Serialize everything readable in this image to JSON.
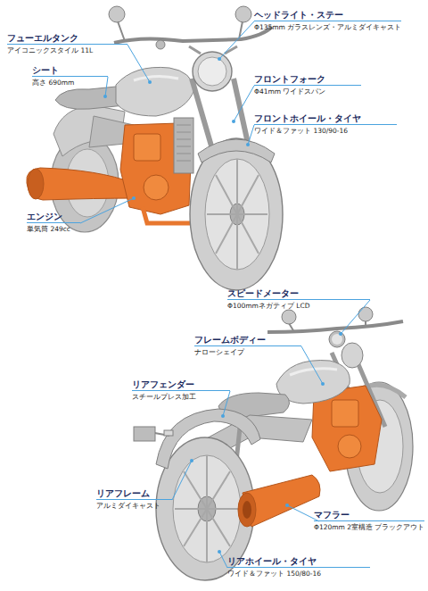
{
  "diagram": {
    "labels": [
      "ヘッドライト・ステー",
      "Φ135mm ガラスレンズ・アルミダイキャスト",
      "フューエルタンク",
      "アイコニックスタイル 11L",
      "シート",
      "高さ 690mm",
      "フロントフォーク",
      "Φ41mm ワイドスパン",
      "フロントホイール・タイヤ",
      "ワイド＆ファット 130/90-16",
      "エンジン",
      "単気筒 249cc",
      "スピードメーター",
      "Φ100mmネガティブ LCD",
      "フレームボディー",
      "ナローシェイプ",
      "リアフェンダー",
      "スチールプレス加工",
      "リアフレーム",
      "アルミダイキャスト",
      "マフラー",
      "Φ120mm 2室構造 ブラックアウト",
      "リアホイール・タイヤ",
      "ワイド＆ファット 150/80-16"
    ]
  }
}
